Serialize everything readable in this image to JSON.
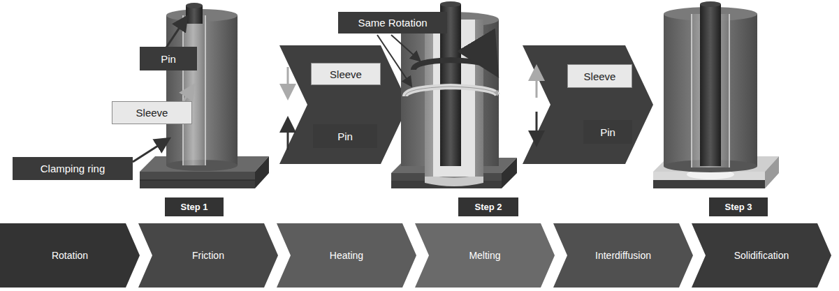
{
  "diagram": {
    "nodes": [
      {
        "text": [
          "Pin"
        ]
      },
      {
        "text": [
          "Sleeve"
        ]
      },
      {
        "text": [
          "Clamping ring"
        ]
      },
      {
        "text": [
          "Step 1"
        ]
      },
      {
        "text": [
          "Sleeve"
        ]
      },
      {
        "text": [
          "Pin"
        ]
      },
      {
        "text": [
          "Same Rotation"
        ]
      },
      {
        "text": [
          "Step 2"
        ]
      },
      {
        "text": [
          "Sleeve"
        ]
      },
      {
        "text": [
          "Pin"
        ]
      },
      {
        "text": [
          "Step 3"
        ]
      },
      {
        "text": [
          "Rotation"
        ]
      },
      {
        "text": [
          "Friction"
        ]
      },
      {
        "text": [
          "Heating"
        ]
      },
      {
        "text": [
          "Melting"
        ]
      },
      {
        "text": [
          "Interdiffusion"
        ]
      },
      {
        "text": [
          "Solidification"
        ]
      }
    ]
  }
}
